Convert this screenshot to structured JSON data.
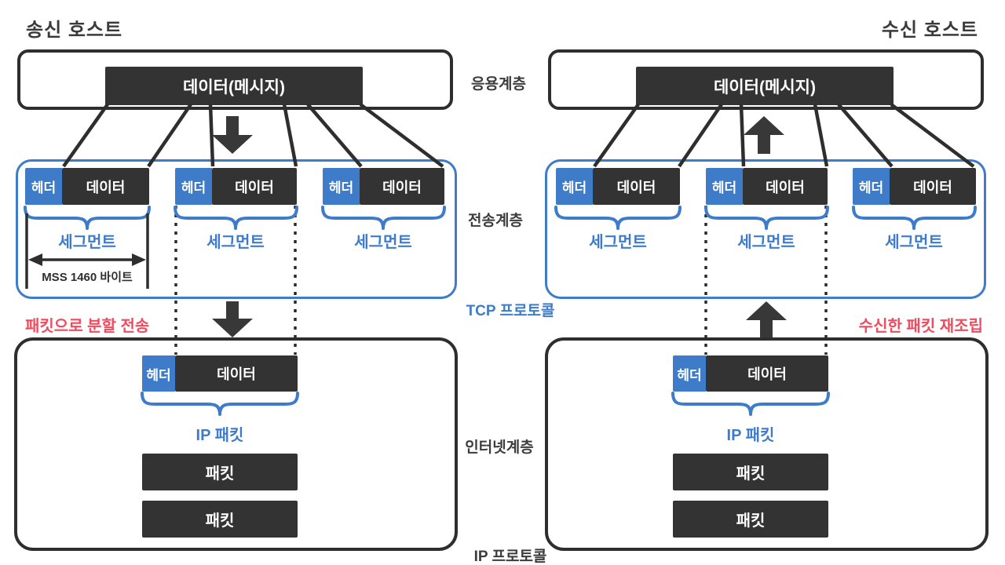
{
  "colors": {
    "accent_blue": "#3e7bc9",
    "box_dark": "#333333",
    "alert_red": "#f04b5e",
    "line_dark": "#2e2e2e",
    "text_dark": "#3a3a3a"
  },
  "hosts": {
    "sender": "송신 호스트",
    "receiver": "수신 호스트"
  },
  "layer_labels": {
    "application": "응용계층",
    "transport": "전송계층",
    "internet": "인터넷계층"
  },
  "protocol_labels": {
    "tcp": "TCP 프로토콜",
    "ip": "IP 프로토콜"
  },
  "annotations": {
    "split_send": "패킷으로 분할 전송",
    "reassemble": "수신한 패킷 재조립",
    "mss": "MSS 1460 바이트"
  },
  "block_labels": {
    "message": "데이터(메시지)",
    "header": "헤더",
    "data": "데이터",
    "segment": "세그먼트",
    "ip_packet": "IP 패킷",
    "packet": "패킷"
  }
}
